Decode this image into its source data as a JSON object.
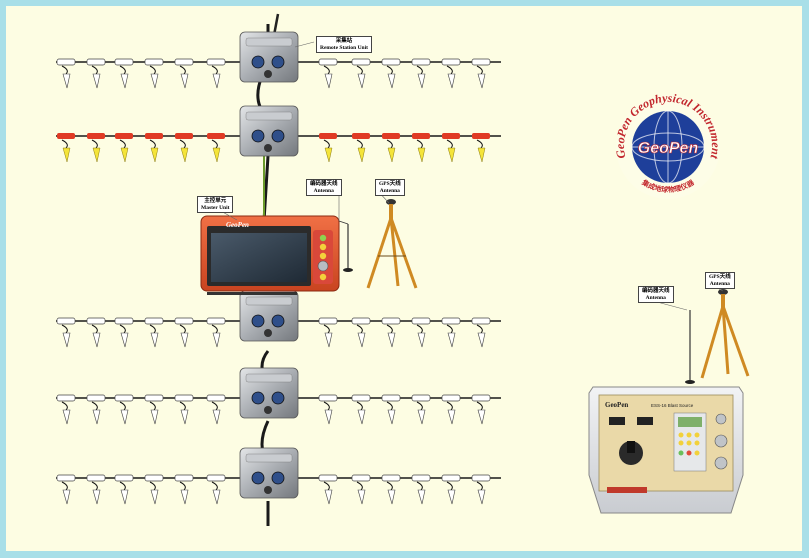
{
  "labels": {
    "remote_station": {
      "cn": "采集站",
      "en": "Remote Station Unit"
    },
    "master_unit": {
      "cn": "主控单元",
      "en": "Master Unit"
    },
    "encoder_antenna": {
      "cn": "编码器天线",
      "en": "Antenna"
    },
    "gps_antenna": {
      "cn": "GPS天线",
      "en": "Antenna"
    },
    "blaster_antenna": {
      "cn": "编码器天线",
      "en": "Antenna"
    },
    "blaster_gps_antenna": {
      "cn": "GPS天线",
      "en": "Antenna"
    }
  },
  "logo": {
    "arc_text": "GeoPen Geophysical Instrument",
    "center_text": "GeoPen",
    "bottom_text": "集成地球物理仪器"
  },
  "master_unit": {
    "brand": "GeoPen"
  },
  "blaster_box": {
    "brand": "GeoPen",
    "model": "ESS-16 Blast Source"
  },
  "colors": {
    "page_border": "#a8dfe8",
    "background": "#fdfde3",
    "cable": "#1a1a1a",
    "red_cable": "#e03a24",
    "geophone_yellow": "#f4e43a",
    "master_orange": "#e8552e",
    "logo_blue": "#1e3f9a",
    "logo_red": "#c2272d"
  },
  "lines": [
    {
      "type": "white"
    },
    {
      "type": "red"
    },
    {
      "type": "white"
    },
    {
      "type": "white"
    },
    {
      "type": "white"
    }
  ]
}
